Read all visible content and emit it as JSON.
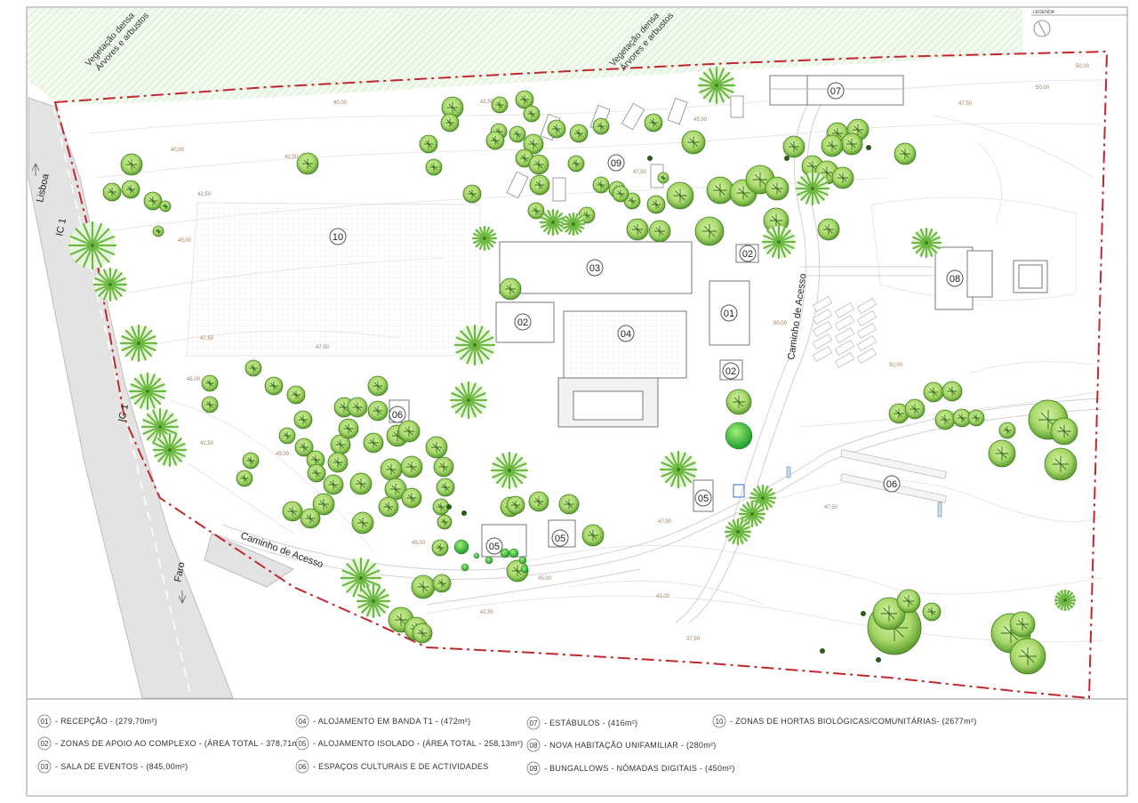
{
  "legenda_title": "LEGENDA",
  "vegetation_labels": [
    {
      "line1": "Vegetação densa",
      "line2": "Árvores e arbustos"
    },
    {
      "line1": "Vegetação densa",
      "line2": "Árvores e arbustos"
    }
  ],
  "road_labels": {
    "lisboa": "Lisboa",
    "faro": "Faro",
    "ic1_top": "IC 1",
    "ic1_mid": "IC 1",
    "caminho_east": "Caminho de Acesso",
    "caminho_south": "Caminho de Acesso"
  },
  "zone_numbers": [
    "01",
    "02",
    "02",
    "02",
    "03",
    "04",
    "05",
    "05",
    "05",
    "06",
    "06",
    "07",
    "08",
    "09",
    "10"
  ],
  "contour_labels": [
    "40,00",
    "42,50",
    "45,00",
    "47,50",
    "47,50",
    "50,00",
    "42,50",
    "45,00",
    "45,00",
    "47,50",
    "42,50",
    "50,00",
    "47,50",
    "45,00",
    "43,00",
    "47,50",
    "50,00",
    "47,50",
    "42,50",
    "45,00",
    "40,00",
    "42,50",
    "50,00",
    "45,00",
    "37,50"
  ],
  "legend": [
    {
      "num": "01",
      "label": "- RECEPÇÃO - (279,70m²)"
    },
    {
      "num": "02",
      "label": "- ZONAS DE APOIO AO COMPLEXO - (ÁREA TOTAL - 378,71m²)"
    },
    {
      "num": "03",
      "label": "- SALA DE EVENTOS - (845,00m²)"
    },
    {
      "num": "04",
      "label": "- ALOJAMENTO EM BANDA T1 - (472m²)"
    },
    {
      "num": "05",
      "label": "- ALOJAMENTO ISOLADO - (ÁREA TOTAL - 258,13m²)"
    },
    {
      "num": "06",
      "label": "- ESPAÇOS CULTURAIS E DE ACTIVIDADES"
    },
    {
      "num": "07",
      "label": "- ESTÁBULOS - (416m²)"
    },
    {
      "num": "08",
      "label": "- NOVA HABITAÇÃO UNIFAMILIAR - (280m²)"
    },
    {
      "num": "09",
      "label": "- BUNGALLOWS - NÓMADAS DIGITAIS - (450m²)"
    },
    {
      "num": "10",
      "label": "- ZONAS DE HORTAS BIOLÓGICAS/COMUNITÁRIAS- (2677m²)"
    }
  ],
  "colors": {
    "boundary": "#c0282d",
    "tree_fill": "#a8d86a",
    "tree_dark": "#3f7f22",
    "vegetation_hatch": "#cfe8c4",
    "road": "#dcdcdc",
    "contour": "#e4ded6",
    "contour_label": "#a08060"
  },
  "icons": [
    "north-arrow-icon",
    "tree-icon",
    "palm-tree-icon",
    "arrow-up-icon",
    "arrow-down-icon"
  ]
}
